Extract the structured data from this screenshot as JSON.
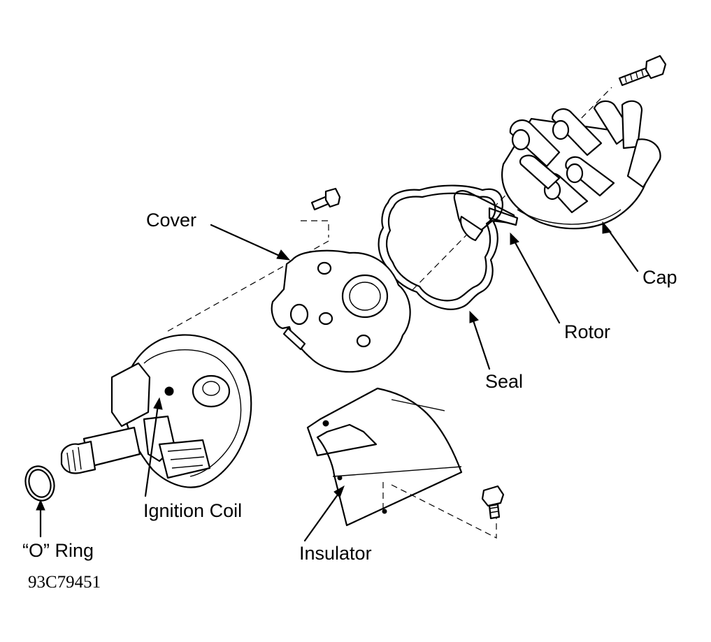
{
  "diagram": {
    "labels": {
      "cover": "Cover",
      "cap": "Cap",
      "rotor": "Rotor",
      "seal": "Seal",
      "ignition_coil": "Ignition Coil",
      "o_ring": "“O” Ring",
      "insulator": "Insulator"
    },
    "reference_number": "93C79451"
  }
}
